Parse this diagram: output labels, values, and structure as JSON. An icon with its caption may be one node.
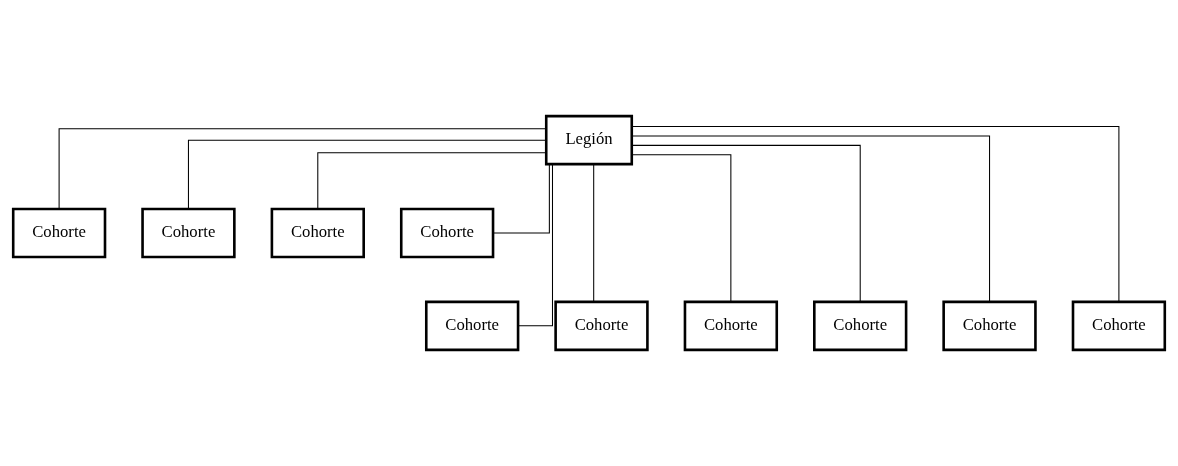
{
  "diagram": {
    "nodes": [
      {
        "text": [
          "Legión"
        ]
      },
      {
        "text": [
          "Cohorte"
        ]
      },
      {
        "text": [
          "Cohorte"
        ]
      },
      {
        "text": [
          "Cohorte"
        ]
      },
      {
        "text": [
          "Cohorte"
        ]
      },
      {
        "text": [
          "Cohorte"
        ]
      },
      {
        "text": [
          "Cohorte"
        ]
      },
      {
        "text": [
          "Cohorte"
        ]
      },
      {
        "text": [
          "Cohorte"
        ]
      },
      {
        "text": [
          "Cohorte"
        ]
      },
      {
        "text": [
          "Cohorte"
        ]
      }
    ],
    "edges": [
      {
        "from": 0,
        "to": 5,
        "arrow": "none"
      },
      {
        "from": 0,
        "to": 1,
        "arrow": "none"
      },
      {
        "from": 0,
        "to": 6,
        "arrow": "none"
      },
      {
        "from": 0,
        "to": 2,
        "arrow": "none"
      },
      {
        "from": 0,
        "to": 7,
        "arrow": "none"
      },
      {
        "from": 0,
        "to": 8,
        "arrow": "none"
      },
      {
        "from": 0,
        "to": 3,
        "arrow": "none"
      },
      {
        "from": 0,
        "to": 9,
        "arrow": "none"
      },
      {
        "from": 0,
        "to": 4,
        "arrow": "none"
      },
      {
        "from": 0,
        "to": 10,
        "arrow": "none"
      }
    ]
  }
}
